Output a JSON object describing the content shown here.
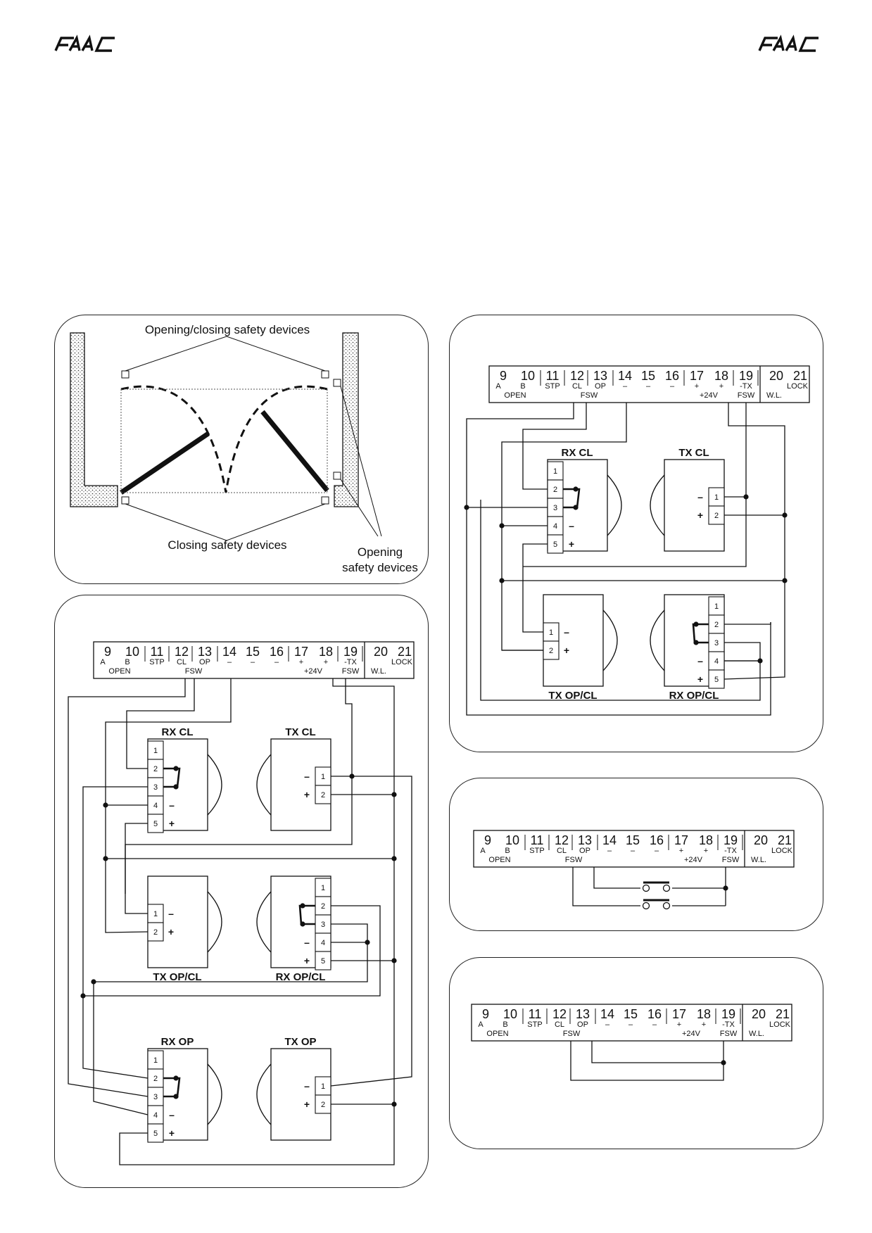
{
  "brand": {
    "logo_text": "FAAC"
  },
  "panel1": {
    "label_top": "Opening/closing safety devices",
    "label_bottom": "Closing safety devices",
    "label_right_line1": "Opening",
    "label_right_line2": "safety devices"
  },
  "terminal_block": {
    "terminals": [
      {
        "num": "9",
        "sub": "A"
      },
      {
        "num": "10",
        "sub": "B"
      },
      {
        "num": "11",
        "sub": "STP"
      },
      {
        "num": "12",
        "sub": "CL"
      },
      {
        "num": "13",
        "sub": "OP"
      },
      {
        "num": "14",
        "sub": "–"
      },
      {
        "num": "15",
        "sub": "–"
      },
      {
        "num": "16",
        "sub": "–"
      },
      {
        "num": "17",
        "sub": "+"
      },
      {
        "num": "18",
        "sub": "+"
      },
      {
        "num": "19",
        "sub": "-TX"
      },
      {
        "num": "20",
        "sub": ""
      },
      {
        "num": "21",
        "sub": "LOCK"
      }
    ],
    "group_open": "OPEN",
    "group_fsw": "FSW",
    "group_24v": "+24V",
    "group_fsw2": "FSW",
    "group_wl": "W.L."
  },
  "devices": {
    "rx_cl": "RX CL",
    "tx_cl": "TX CL",
    "tx_opcl": "TX OP/CL",
    "rx_opcl": "RX OP/CL",
    "rx_op": "RX OP",
    "tx_op": "TX OP"
  },
  "pins": {
    "rx": [
      "1",
      "2",
      "3",
      "4",
      "5"
    ],
    "tx": [
      "1",
      "2"
    ],
    "minus": "–",
    "plus": "+"
  }
}
